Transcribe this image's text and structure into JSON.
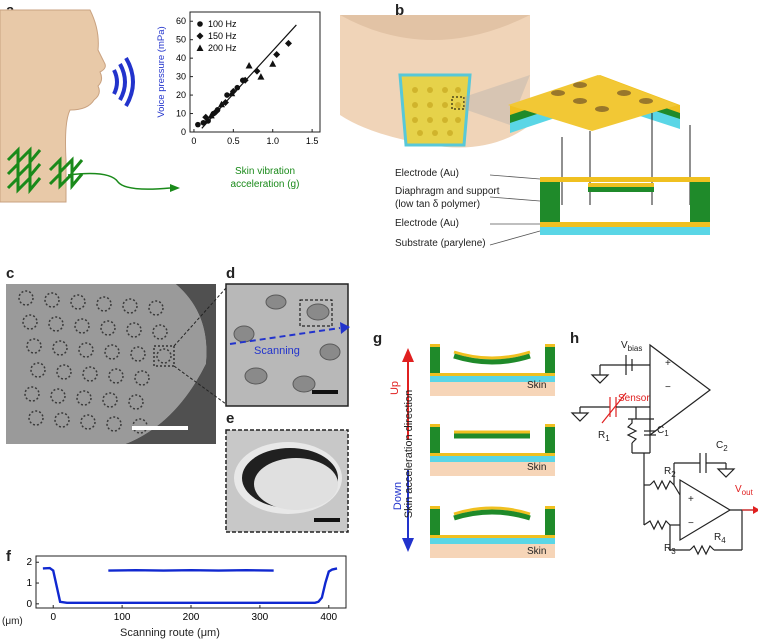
{
  "panels": {
    "a": "a",
    "b": "b",
    "c": "c",
    "d": "d",
    "e": "e",
    "f": "f",
    "g": "g",
    "h": "h"
  },
  "colors": {
    "voice_blue": "#2233cc",
    "vibration_green": "#1a8a1a",
    "gold": "#f0c020",
    "green_layer": "#1f8a2a",
    "cyan_layer": "#5ad6e6",
    "skin": "#f6d5b8",
    "red": "#e02020",
    "trace_blue": "#1028d0"
  },
  "panel_a": {
    "ylabel": "Voice pressure (mPa)",
    "xlabel_line1": "Skin vibration",
    "xlabel_line2": "acceleration (g)",
    "legend": [
      "100 Hz",
      "150 Hz",
      "200 Hz"
    ]
  },
  "panel_b": {
    "labels": [
      "Electrode (Au)",
      "Diaphragm and support",
      "(low tan δ polymer)",
      "Electrode (Au)",
      "Substrate (parylene)"
    ]
  },
  "panel_d": {
    "scanning_label": "Scanning"
  },
  "panel_g": {
    "axis_label": "Skin acceleration direction",
    "up": "Up",
    "down": "Down",
    "skin_labels": [
      "Skin",
      "Skin",
      "Skin"
    ]
  },
  "panel_h": {
    "vbias": "V",
    "vbias_sub": "bias",
    "sensor": "Sensor",
    "r1": "R",
    "r1_sub": "1",
    "c1": "C",
    "c1_sub": "1",
    "c2": "C",
    "c2_sub": "2",
    "r2": "R",
    "r2_sub": "2",
    "r3": "R",
    "r3_sub": "3",
    "r4": "R",
    "r4_sub": "4",
    "vout": "V",
    "vout_sub": "out",
    "plus": "+",
    "minus": "−"
  },
  "panel_f": {
    "xlabel": "Scanning route (μm)",
    "yunit": "(μm)"
  },
  "chart_data": [
    {
      "type": "scatter",
      "panel": "a",
      "title": "",
      "xlabel": "Skin vibration acceleration (g)",
      "ylabel": "Voice pressure (mPa)",
      "xlim": [
        -0.05,
        1.6
      ],
      "ylim": [
        0,
        65
      ],
      "xticks": [
        0,
        0.5,
        1.0,
        1.5
      ],
      "xtick_labels": [
        "0",
        "0.5",
        "1.0",
        "1.5"
      ],
      "yticks": [
        0,
        10,
        20,
        30,
        40,
        50,
        60
      ],
      "ytick_labels": [
        "0",
        "10",
        "20",
        "30",
        "40",
        "50",
        "60"
      ],
      "legend_position": "top-left",
      "series": [
        {
          "name": "100 Hz",
          "marker": "circle",
          "x": [
            0.05,
            0.12,
            0.18,
            0.25,
            0.3,
            0.42,
            0.55,
            0.62
          ],
          "y": [
            4,
            5,
            6,
            10,
            12,
            20,
            24,
            28
          ]
        },
        {
          "name": "150 Hz",
          "marker": "diamond",
          "x": [
            0.15,
            0.28,
            0.4,
            0.5,
            0.65,
            0.8,
            1.05,
            1.2
          ],
          "y": [
            8,
            11,
            16,
            22,
            28,
            33,
            42,
            48
          ]
        },
        {
          "name": "200 Hz",
          "marker": "triangle",
          "x": [
            0.22,
            0.35,
            0.48,
            0.7,
            0.85,
            1.0
          ],
          "y": [
            9,
            15,
            21,
            36,
            30,
            37
          ]
        }
      ],
      "fit_line": {
        "x": [
          0.1,
          1.3
        ],
        "y": [
          2,
          58
        ]
      }
    },
    {
      "type": "line",
      "panel": "f",
      "title": "",
      "xlabel": "Scanning route (μm)",
      "ylabel": "(μm)",
      "xlim": [
        -25,
        425
      ],
      "ylim": [
        -0.2,
        2.3
      ],
      "xticks": [
        0,
        100,
        200,
        300,
        400
      ],
      "xtick_labels": [
        "0",
        "100",
        "200",
        "300",
        "400"
      ],
      "yticks": [
        0,
        1,
        2
      ],
      "ytick_labels": [
        "0",
        "1",
        "2"
      ],
      "series": [
        {
          "name": "",
          "x": [
            -15,
            -5,
            0,
            10,
            20,
            50,
            100,
            200,
            300,
            380,
            385,
            390,
            395,
            400,
            405,
            412
          ],
          "y": [
            1.7,
            1.72,
            1.6,
            0.1,
            0.05,
            0.05,
            0.05,
            0.05,
            0.05,
            0.05,
            0.1,
            0.3,
            1.0,
            1.55,
            1.65,
            1.7
          ]
        },
        {
          "name": "",
          "x": [
            80,
            120,
            160,
            200,
            240,
            280,
            320
          ],
          "y": [
            1.6,
            1.62,
            1.6,
            1.62,
            1.6,
            1.62,
            1.6
          ]
        }
      ]
    }
  ]
}
